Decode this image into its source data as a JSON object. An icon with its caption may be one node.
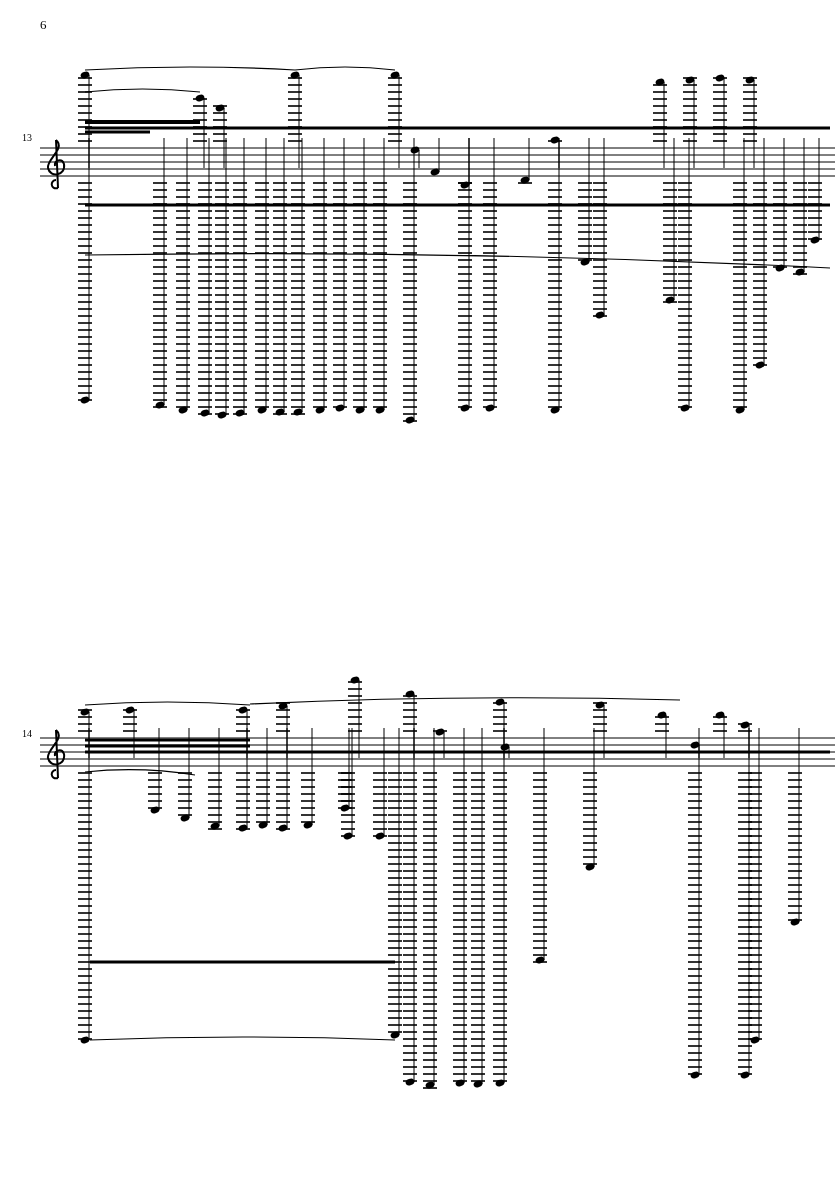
{
  "diagram": {
    "labels": [
      "6",
      "13",
      "14"
    ]
  }
}
